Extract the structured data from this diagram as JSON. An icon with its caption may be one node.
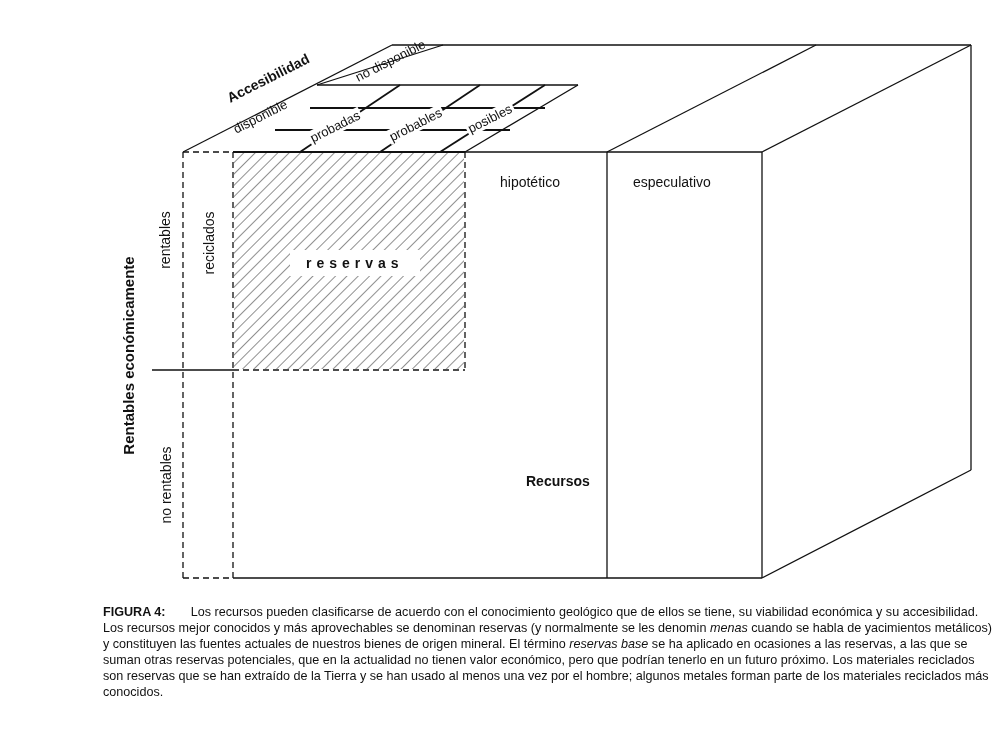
{
  "diagram": {
    "caption": "**FIGURA 4:**  Los recursos pueden clasificarse de acuerdo con el conocimiento geológico que de ellos se tiene, su viabilidad económica y su accesibilidad. Los recursos mejor conocidos y más aprovechables se denominan reservas (y normalmente se les denomin *menas* cuando se habla de yacimientos metálicos) y constituyen las fuentes actuales de nuestros bienes de origen mineral. El término *reservas base* se ha aplicado en ocasiones a las reservas, a las que se suman otras reservas potenciales, que en la actualidad no tienen valor económico, pero que podrían tenerlo en un futuro próximo. Los materiales reciclados son reservas que se han extraído de la Tierra y se han usado al menos una vez por el hombre; algunos metales forman parte de los materiales reciclados más conocidos.",
    "labels": [
      "Accesibilidad",
      "no disponible",
      "disponible",
      "probadas",
      "probables",
      "posibles",
      "hipotético",
      "especulativo",
      "rentables",
      "reciclados",
      "reservas",
      "Rentables económicamente",
      "no rentables",
      "Recursos"
    ]
  }
}
